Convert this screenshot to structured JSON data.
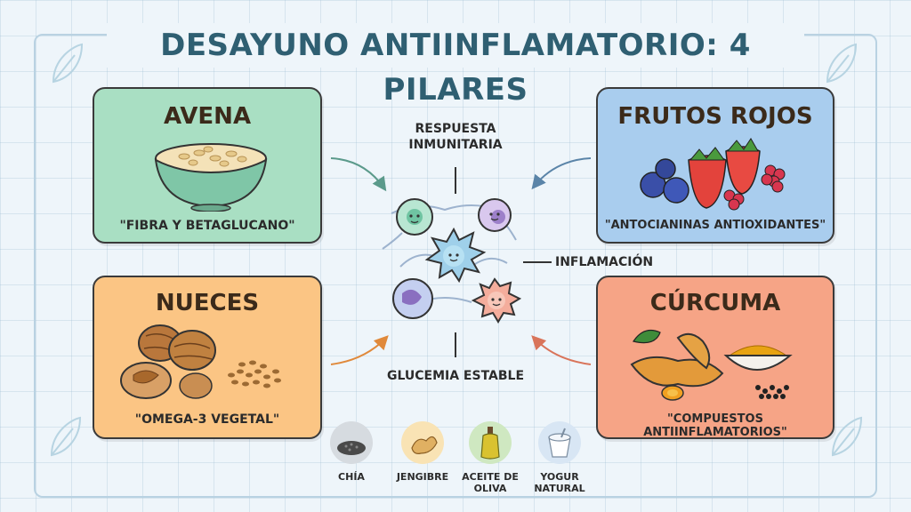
{
  "title": "DESAYUNO ANTIINFLAMATORIO: 4 PILARES",
  "cards": {
    "avena": {
      "title": "AVENA",
      "caption": "\"FIBRA Y BETAGLUCANO\""
    },
    "frutos": {
      "title": "FRUTOS ROJOS",
      "caption": "\"ANTOCIANINAS ANTIOXIDANTES\""
    },
    "nueces": {
      "title": "NUECES",
      "caption": "\"OMEGA-3 VEGETAL\""
    },
    "curcuma": {
      "title": "CÚRCUMA",
      "caption": "\"COMPUESTOS ANTIINFLAMATORIOS\""
    }
  },
  "center": {
    "top_label_line1": "RESPUESTA",
    "top_label_line2": "INMUNITARIA",
    "right_label": "INFLAMACIÓN",
    "bottom_label": "GLUCEMIA ESTABLE"
  },
  "extras": [
    {
      "label_line1": "CHÍA",
      "label_line2": "",
      "icon": "chia-seeds-icon"
    },
    {
      "label_line1": "JENGIBRE",
      "label_line2": "",
      "icon": "ginger-icon"
    },
    {
      "label_line1": "ACEITE DE",
      "label_line2": "OLIVA",
      "icon": "olive-oil-icon"
    },
    {
      "label_line1": "YOGUR",
      "label_line2": "NATURAL",
      "icon": "yogurt-icon"
    }
  ],
  "colors": {
    "title": "#2f5f72",
    "avena": "#a9dfc3",
    "frutos": "#a9cdee",
    "nueces": "#fbc584",
    "curcuma": "#f6a486",
    "arrow_green": "#5b9a8b",
    "arrow_blue": "#5a84a8",
    "arrow_orange": "#e0893b",
    "arrow_red": "#d9745a"
  }
}
